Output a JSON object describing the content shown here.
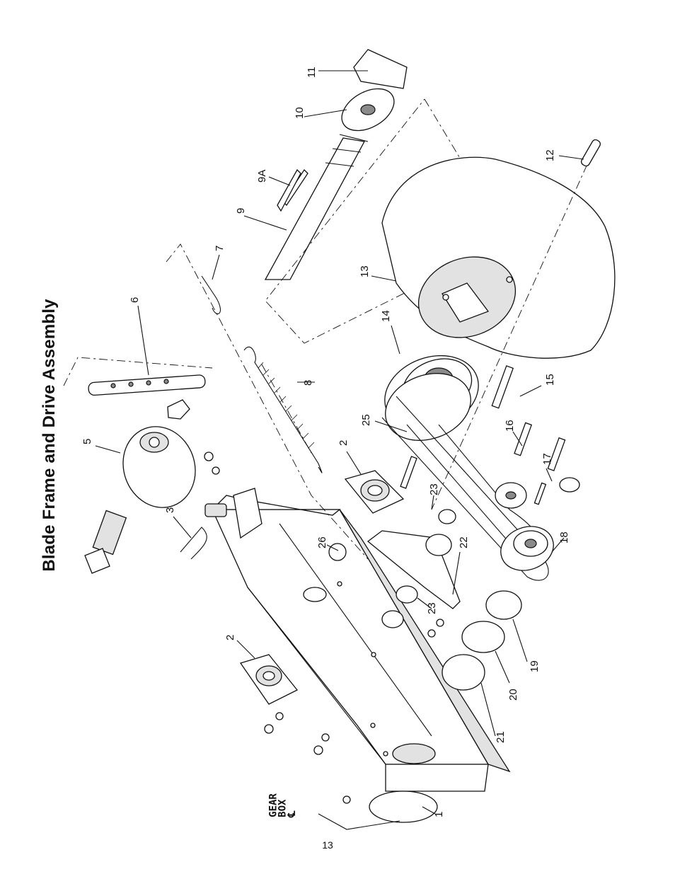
{
  "title": "Blade Frame and Drive Assembly",
  "page_number": "13",
  "gearbox_label": "GEAR\nBOX\n℄",
  "callouts": [
    {
      "id": "c1",
      "text": "1"
    },
    {
      "id": "c2a",
      "text": "2"
    },
    {
      "id": "c2b",
      "text": "2"
    },
    {
      "id": "c3",
      "text": "3"
    },
    {
      "id": "c5",
      "text": "5"
    },
    {
      "id": "c6",
      "text": "6"
    },
    {
      "id": "c7",
      "text": "7"
    },
    {
      "id": "c8",
      "text": "8"
    },
    {
      "id": "c9",
      "text": "9"
    },
    {
      "id": "c9a",
      "text": "9A"
    },
    {
      "id": "c10",
      "text": "10"
    },
    {
      "id": "c11",
      "text": "11"
    },
    {
      "id": "c12",
      "text": "12"
    },
    {
      "id": "c13",
      "text": "13"
    },
    {
      "id": "c14",
      "text": "14"
    },
    {
      "id": "c15",
      "text": "15"
    },
    {
      "id": "c16",
      "text": "16"
    },
    {
      "id": "c17",
      "text": "17"
    },
    {
      "id": "c18",
      "text": "18"
    },
    {
      "id": "c19",
      "text": "19"
    },
    {
      "id": "c20",
      "text": "20"
    },
    {
      "id": "c21",
      "text": "21"
    },
    {
      "id": "c22",
      "text": "22"
    },
    {
      "id": "c23a",
      "text": "23"
    },
    {
      "id": "c23b",
      "text": "23"
    },
    {
      "id": "c25",
      "text": "25"
    },
    {
      "id": "c26",
      "text": "26"
    }
  ]
}
